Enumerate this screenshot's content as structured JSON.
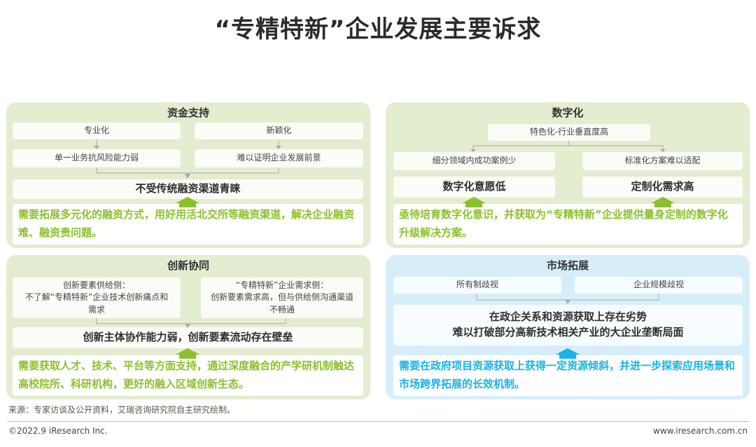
{
  "title": "“专精特新”企业发展主要诉求",
  "panels": {
    "funding": {
      "title": "资金支持",
      "top_left": "专业化",
      "top_right": "新颖化",
      "mid_left": "单一业务抗风险能力弱",
      "mid_right": "难以证明企业发展前景",
      "main": "不受传统融资渠道青睐",
      "appeal": "需要拓展多元化的融资方式，用好用活北交所等融资渠道，解决企业融资难、融资贵问题。"
    },
    "digital": {
      "title": "数字化",
      "top": "特色化-行业垂直度高",
      "mid_left": "细分领域内成功案例少",
      "mid_right": "标准化方案难以适配",
      "main_left": "数字化意愿低",
      "main_right": "定制化需求高",
      "appeal": "亟待培育数字化意识，并获取为“专精特新”企业提供量身定制的数字化升级解决方案。"
    },
    "innovation": {
      "title": "创新协同",
      "left_line1": "创新要素供给侧：",
      "left_line2": "不了解“专精特新”企业技术创新痛点和需求",
      "right_line1": "“专精特新”企业需求侧：",
      "right_line2": "创新要素需求高，但与供给侧沟通渠道不畅通",
      "main": "创新主体协作能力弱，创新要素流动存在壁垒",
      "appeal": "需要获取人才、技术、平台等方面支持，通过深度融合的产学研机制触达高校院所、科研机构，更好的融入区域创新生态。"
    },
    "market": {
      "title": "市场拓展",
      "top_left": "所有制歧视",
      "top_right": "企业规模歧视",
      "main_line1": "在政企关系和资源获取上存在劣势",
      "main_line2": "难以打破部分高新技术相关产业的大企业垄断局面",
      "appeal": "需要在政府项目资源获取上获得一定资源倾斜，并进一步探索应用场景和市场跨界拓展的长效机制。"
    }
  },
  "source": "来源：专家访谈及公开资料，艾瑞咨询研究院自主研究绘制。",
  "footer": {
    "left": "©2022.9 iResearch Inc.",
    "right": "www.iresearch.com.cn"
  },
  "colors": {
    "green_panel": "#e3edcf",
    "blue_panel": "#d6eef9",
    "green_text": "#8cbf2e",
    "blue_text": "#19b2e5",
    "connector": "#a9a9a9"
  }
}
